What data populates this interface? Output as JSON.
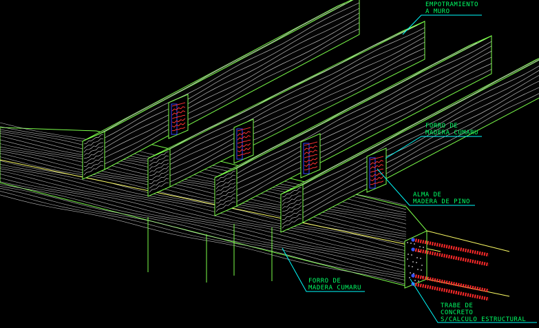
{
  "drawing": {
    "background": "#000000",
    "colors": {
      "outline": "#7cff4a",
      "grain": "#d9d9d9",
      "leader": "#00ffff",
      "label": "#00ff66",
      "beam_line": "#ffff66",
      "rebar": "#ff2a2a",
      "web": "#ff3333"
    }
  },
  "labels": {
    "empotramiento": [
      "EMPOTRAMIENTO",
      "A MURO"
    ],
    "forro_top": [
      "FORRO DE",
      "MADERA CUMARU"
    ],
    "alma": [
      "ALMA DE",
      "MADERA DE PINO"
    ],
    "forro_bottom": [
      "FORRO DE",
      "MADERA CUMARU"
    ],
    "trabe": [
      "TRABE DE",
      "CONCRETO",
      "S/CALCULO ESTRUCTURAL"
    ]
  }
}
